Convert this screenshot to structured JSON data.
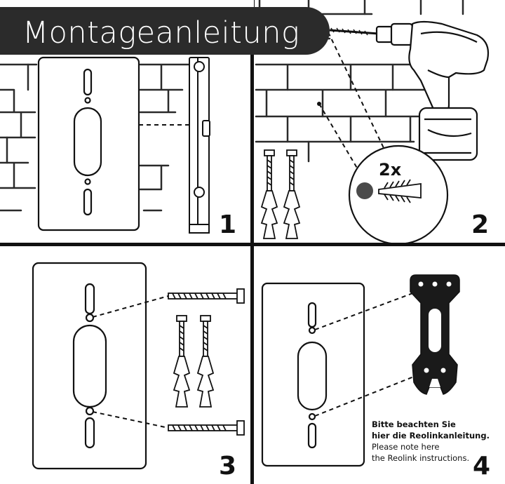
{
  "title": "Montageanleitung",
  "steps": [
    {
      "number": "1"
    },
    {
      "number": "2",
      "quantity_label": "2x"
    },
    {
      "number": "3"
    },
    {
      "number": "4"
    }
  ],
  "note": {
    "de_line1": "Bitte beachten Sie",
    "de_line2": "hier die Reolinkanleitung.",
    "en_line1": "Please note here",
    "en_line2": "the Reolink instructions."
  },
  "colors": {
    "ink": "#111111",
    "banner": "#2b2b2b",
    "bracket": "#1a1a1a",
    "paper": "#ffffff"
  },
  "icons": [
    "drill-icon",
    "spirit-level-icon",
    "screw-icon",
    "wall-plug-icon",
    "mounting-bracket-icon",
    "brick-wall"
  ]
}
